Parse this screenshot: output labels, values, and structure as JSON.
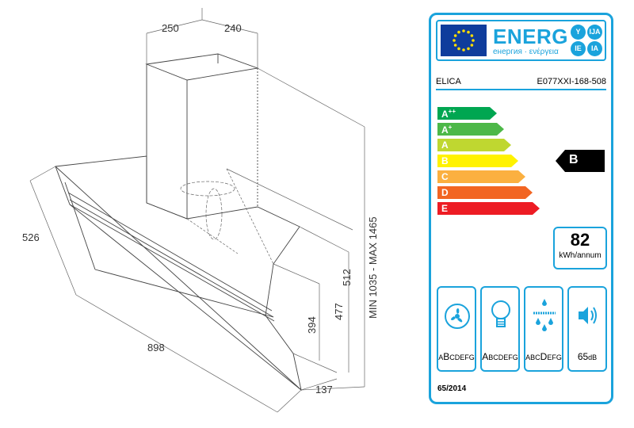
{
  "drawing": {
    "dimensions": {
      "depth_top": "250",
      "width_top": "240",
      "side_height": "526",
      "width_bottom": "898",
      "depth_bottom": "137",
      "h1": "394",
      "h2": "477",
      "h3": "512",
      "range": "MIN 1035 - MAX 1465"
    }
  },
  "label": {
    "energy_word": "ENERG",
    "energy_sub": "енергия · ενέργεια",
    "lang_codes": [
      "Y",
      "IJA",
      "IE",
      "IA"
    ],
    "supplier": "ELICA",
    "model": "E077XXI-168-508",
    "scale": [
      {
        "class": "A",
        "sup": "++",
        "color": "#00a651"
      },
      {
        "class": "A",
        "sup": "+",
        "color": "#4db848"
      },
      {
        "class": "A",
        "sup": "",
        "color": "#bfd730"
      },
      {
        "class": "B",
        "sup": "",
        "color": "#fff200"
      },
      {
        "class": "C",
        "sup": "",
        "color": "#fbb040"
      },
      {
        "class": "D",
        "sup": "",
        "color": "#f26522"
      },
      {
        "class": "E",
        "sup": "",
        "color": "#ed1c24"
      }
    ],
    "rating": "B",
    "consumption_value": "82",
    "consumption_unit": "kWh/annum",
    "icons": [
      {
        "icon": "fan-icon",
        "big": "B",
        "pre": "A",
        "post": "CDEFG"
      },
      {
        "icon": "lightbulb-icon",
        "big": "A",
        "pre": "",
        "post": "BCDEFG"
      },
      {
        "icon": "grease-filter-icon",
        "big": "D",
        "pre": "ABC",
        "post": "EFG"
      },
      {
        "icon": "noise-icon",
        "big": "65",
        "pre": "",
        "post": "dB"
      }
    ],
    "regulation": "65/2014"
  }
}
